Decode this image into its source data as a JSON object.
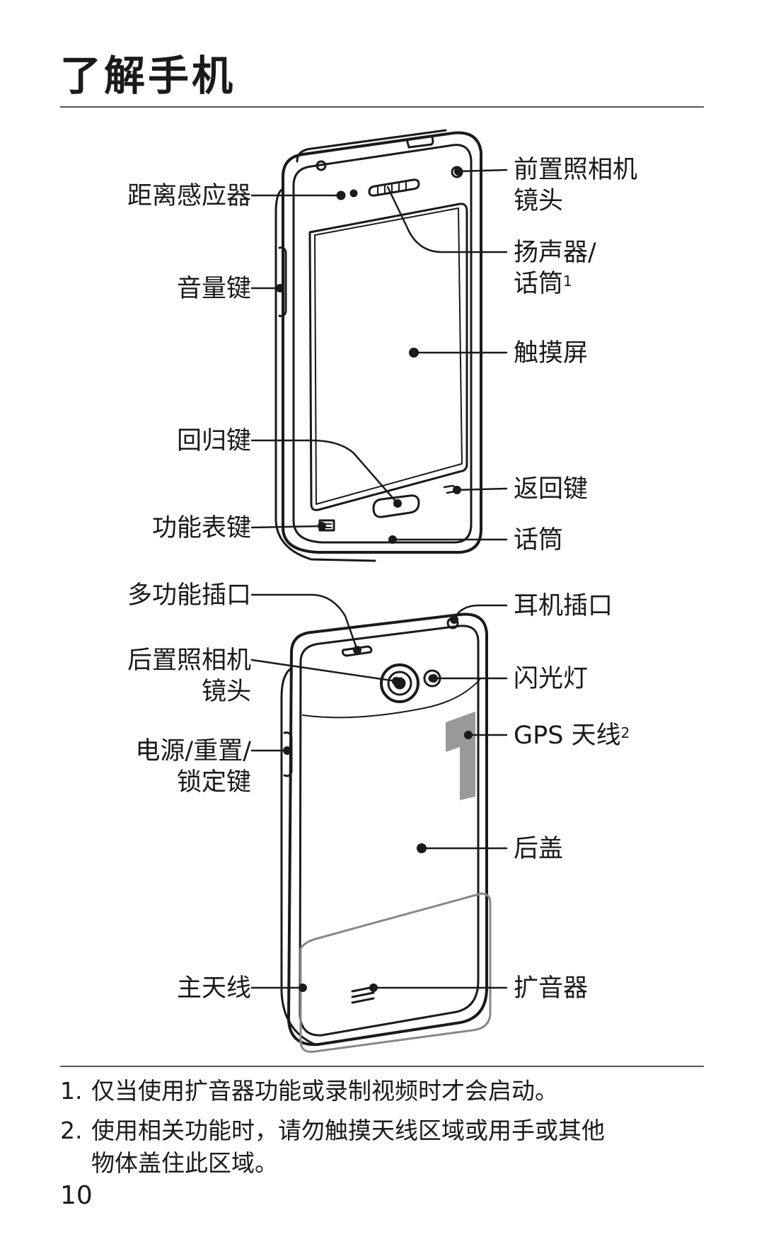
{
  "title": "了解手机",
  "front_labels": {
    "proximity_sensor": "距离感应器",
    "volume_key": "音量键",
    "home_key": "回归键",
    "menu_key": "功能表键",
    "front_camera_line1": "前置照相机",
    "front_camera_line2": "镜头",
    "speaker_earpiece_line1": "扬声器/",
    "speaker_earpiece_line2": "话筒",
    "speaker_earpiece_note": "1",
    "touchscreen": "触摸屏",
    "back_key": "返回键",
    "microphone": "话筒"
  },
  "back_labels": {
    "multipurpose_jack": "多功能插口",
    "rear_camera_line1": "后置照相机",
    "rear_camera_line2": "镜头",
    "power_key_line1": "电源/重置/",
    "power_key_line2": "锁定键",
    "main_antenna": "主天线",
    "headset_jack": "耳机插口",
    "flash": "闪光灯",
    "gps_antenna": "GPS 天线",
    "gps_antenna_note": "2",
    "back_cover": "后盖",
    "speaker": "扩音器"
  },
  "notes": [
    {
      "num": "1.",
      "text": "仅当使用扩音器功能或录制视频时才会启动。"
    },
    {
      "num": "2.",
      "text_line1": "使用相关功能时，请勿触摸天线区域或用手或其他",
      "text_line2": "物体盖住此区域。"
    }
  ],
  "page_number": "10",
  "colors": {
    "line": "#1a1a1a",
    "antenna_highlight": "#999999"
  }
}
